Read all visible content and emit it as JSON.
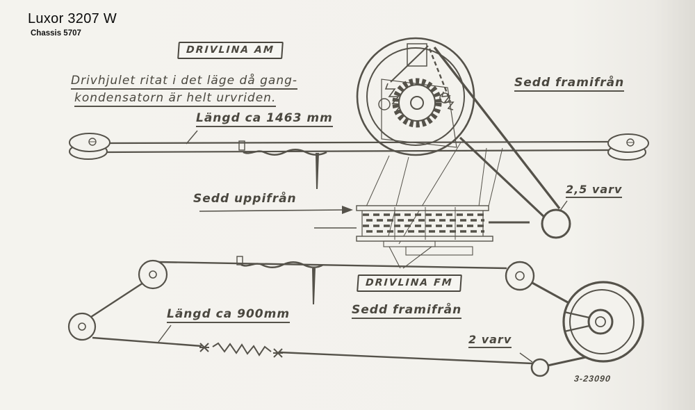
{
  "page": {
    "title": "Luxor 3207 W",
    "subtitle": "Chassis 5707"
  },
  "am": {
    "box_label": "DRIVLINA AM",
    "note_line1": "Drivhjulet ritat i det läge då gang-",
    "note_line2": "kondensatorn är helt urvriden.",
    "length_label": "Längd ca 1463 mm",
    "front_view_label": "Sedd framifrån",
    "top_view_label": "Sedd uppifrån",
    "turns_label": "2,5 varv"
  },
  "fm": {
    "box_label": "DRIVLINA FM",
    "front_view_label": "Sedd framifrån",
    "length_label": "Längd ca 900mm",
    "turns_label": "2 varv",
    "drawing_number": "3-23090"
  },
  "colors": {
    "ink": "#55524a",
    "paper": "#f3f2ed"
  }
}
